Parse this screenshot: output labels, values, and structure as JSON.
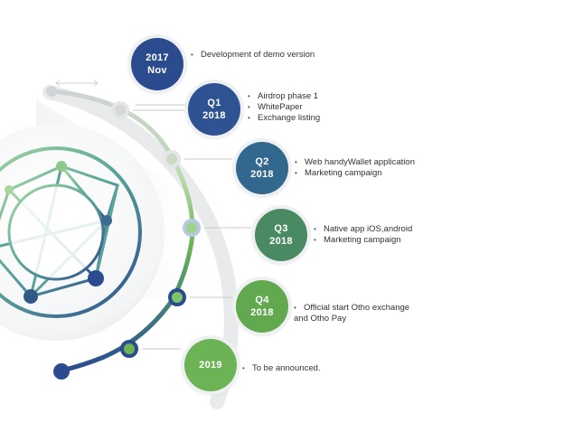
{
  "colors": {
    "track": "#e6e8ea",
    "arc_start": "#c9cccf",
    "arc_mid": "#8fcf7a",
    "arc_end": "#2f4f8a",
    "connector": "#c8cacc",
    "text": "#333333"
  },
  "timeline": [
    {
      "title": "2017",
      "subtitle": "Nov",
      "color": "#2b4b8f",
      "items": [
        "Development of demo version"
      ]
    },
    {
      "title": "Q1",
      "subtitle": "2018",
      "color": "#2f5392",
      "items": [
        "Airdrop phase 1",
        "WhitePaper",
        "Exchange listing"
      ]
    },
    {
      "title": "Q2",
      "subtitle": "2018",
      "color": "#33688e",
      "items": [
        "Web handyWallet application",
        "Marketing campaign"
      ]
    },
    {
      "title": "Q3",
      "subtitle": "2018",
      "color": "#4a8a62",
      "items": [
        "Native app iOS,android",
        "Marketing campaign"
      ]
    },
    {
      "title": "Q4",
      "subtitle": "2018",
      "color": "#62a84f",
      "items": [
        "Official start Otho exchange",
        "and Otho Pay"
      ]
    },
    {
      "title": "2019",
      "subtitle": "",
      "color": "#6cb356",
      "items": [
        "To be announced."
      ]
    }
  ]
}
